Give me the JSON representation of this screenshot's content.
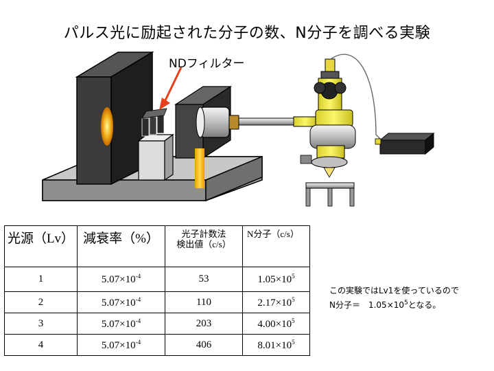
{
  "title": "パルス光に励起された分子の数、N分子を調べる実験",
  "nd_filter_label": "NDフィルター",
  "table": {
    "headers": {
      "light_source": "光源（Lv）",
      "attenuation": "減衰率（%）",
      "photon_count_line1": "光子計数法",
      "photon_count_line2": "検出値（c/s）",
      "n_molecule": "N分子（c/s）"
    },
    "rows": [
      {
        "lv": "1",
        "att_mantissa": "5.07×10",
        "att_exp": "-4",
        "count": "53",
        "n_mantissa": "1.05×10",
        "n_exp": "5"
      },
      {
        "lv": "2",
        "att_mantissa": "5.07×10",
        "att_exp": "-4",
        "count": "110",
        "n_mantissa": "2.17×10",
        "n_exp": "5"
      },
      {
        "lv": "3",
        "att_mantissa": "5.07×10",
        "att_exp": "-4",
        "count": "203",
        "n_mantissa": "4.00×10",
        "n_exp": "5"
      },
      {
        "lv": "4",
        "att_mantissa": "5.07×10",
        "att_exp": "-4",
        "count": "406",
        "n_mantissa": "8.01×10",
        "n_exp": "5"
      }
    ]
  },
  "note": {
    "line1": "この実験ではLv1を使っているので",
    "line2_prefix": "N分子＝　1.05×10",
    "line2_exp": "5",
    "line2_suffix": "となる。"
  },
  "colors": {
    "arrow": "#e8401c",
    "microscope_yellow": "#f2ec4a",
    "dark_block": "#333333",
    "base_gray": "#9a9a9a"
  }
}
